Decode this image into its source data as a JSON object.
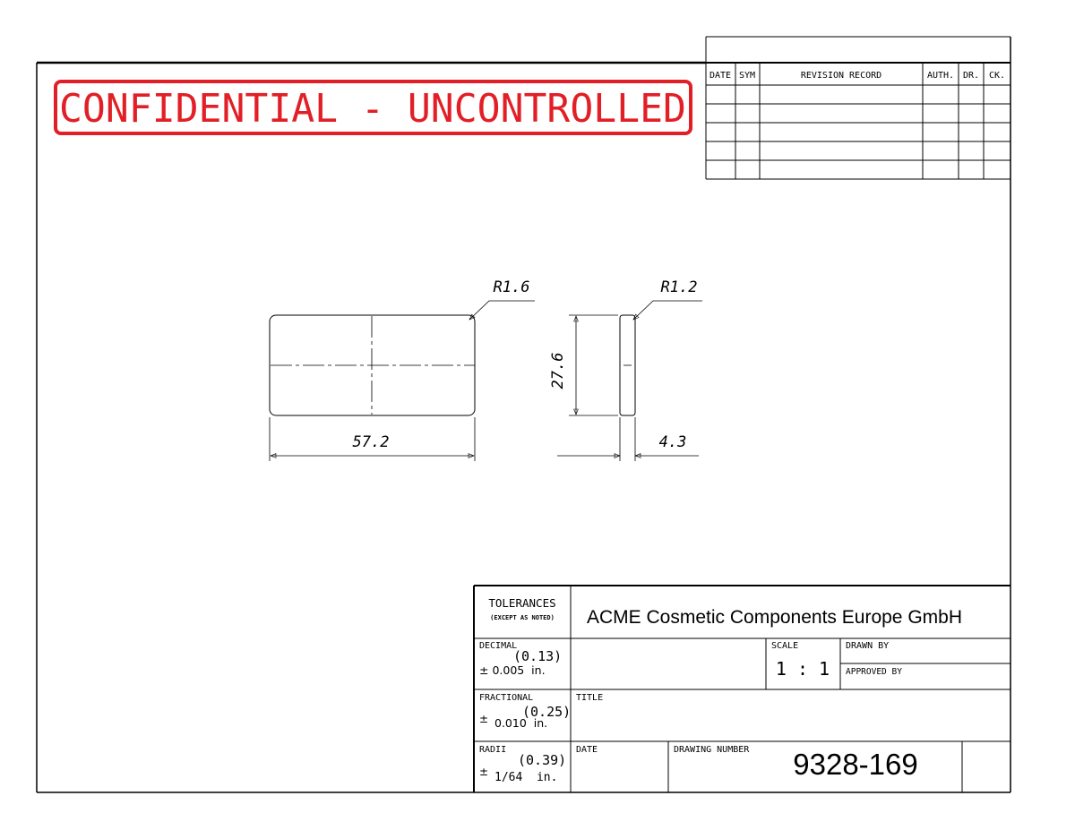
{
  "stamp": {
    "text": "CONFIDENTIAL - UNCONTROLLED",
    "color": "#e21f26"
  },
  "revision_block": {
    "headers": {
      "date": "DATE",
      "sym": "SYM",
      "record": "REVISION RECORD",
      "auth": "AUTH.",
      "dr": "DR.",
      "ck": "CK."
    }
  },
  "drawing": {
    "front_view": {
      "radius_label": "R1.6",
      "width_label": "57.2"
    },
    "side_view": {
      "radius_label": "R1.2",
      "height_label": "27.6",
      "thickness_label": "4.3"
    }
  },
  "title_block": {
    "tolerances": {
      "title": "TOLERANCES",
      "subtitle": "(EXCEPT AS NOTED)"
    },
    "company": "ACME Cosmetic Components Europe GmbH",
    "decimal": {
      "label": "DECIMAL",
      "metric": "(0.13)",
      "value": "± 0.005  in."
    },
    "fractional": {
      "label": "FRACTIONAL",
      "metric": "(0.25)",
      "plusminus": "±",
      "value": "0.010  in."
    },
    "radii": {
      "label": "RADII",
      "metric": "(0.39)",
      "plusminus": "±",
      "value": "1/64  in."
    },
    "scale": {
      "label": "SCALE",
      "value": "1 : 1"
    },
    "drawn_by": {
      "label": "DRAWN BY"
    },
    "approved_by": {
      "label": "APPROVED BY"
    },
    "title": {
      "label": "TITLE"
    },
    "date": {
      "label": "DATE"
    },
    "drawing_number": {
      "label": "DRAWING NUMBER",
      "value": "9328-169"
    }
  }
}
